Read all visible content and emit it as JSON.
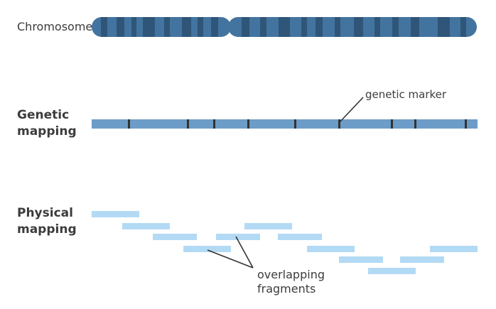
{
  "labels": {
    "chromosome": "Chromosome",
    "genetic_mapping_line1": "Genetic",
    "genetic_mapping_line2": "mapping",
    "physical_mapping_line1": "Physical",
    "physical_mapping_line2": "mapping",
    "genetic_marker": "genetic marker",
    "overlapping_line1": "overlapping",
    "overlapping_line2": "fragments"
  },
  "colors": {
    "chromosome_base": "#43749f",
    "chromosome_dark_band": "#2f5678",
    "genetic_line": "#6c9cc7",
    "marker": "#333333",
    "fragment": "#b3daf5",
    "leader": "#333333"
  }
}
